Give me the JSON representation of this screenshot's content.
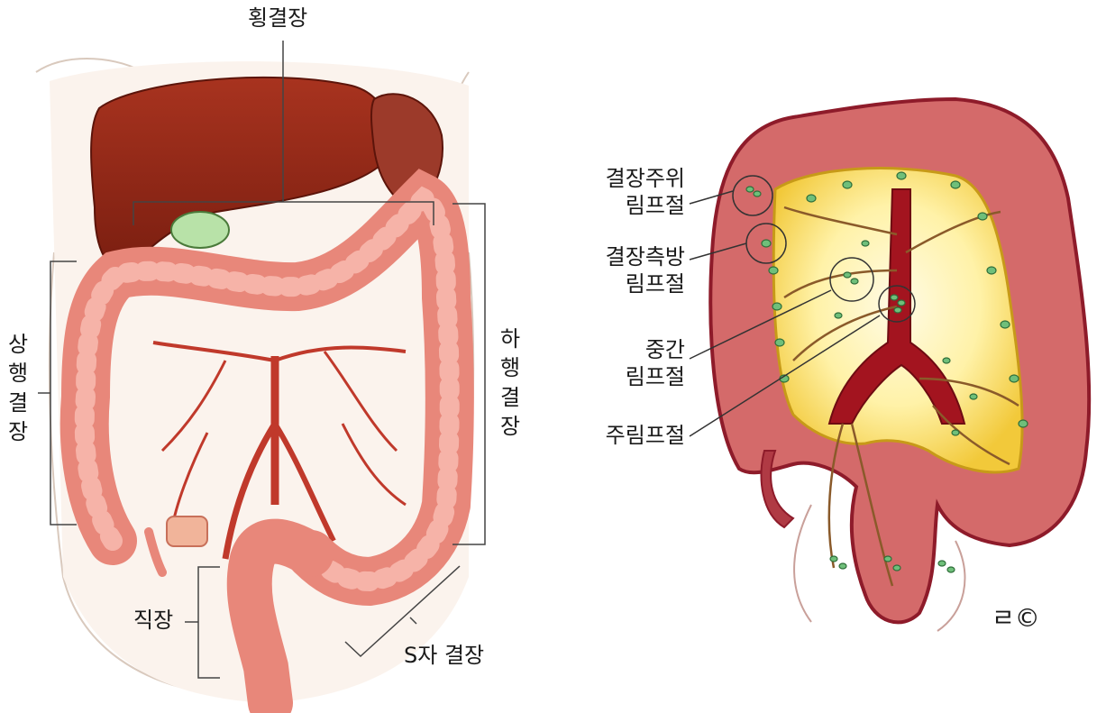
{
  "left_panel": {
    "labels": {
      "transverse": "횡결장",
      "ascending": "상행결장",
      "descending": "하행결장",
      "rectum": "직장",
      "sigmoid": "S자 결장"
    }
  },
  "right_panel": {
    "labels": {
      "epicolic": "결장주위\n림프절",
      "paracolic": "결장측방\n림프절",
      "intermediate": "중간\n림프절",
      "main": "주림프절"
    },
    "signature": "ㄹ©"
  }
}
